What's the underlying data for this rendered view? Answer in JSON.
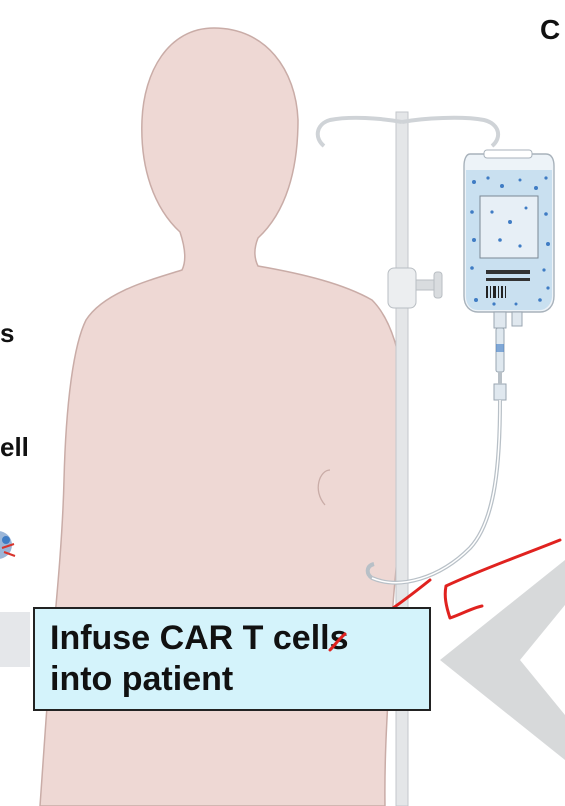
{
  "fragments": {
    "top_right": "C",
    "left_upper": "s",
    "left_lower": "ell"
  },
  "caption": {
    "line1": "Infuse CAR T cells",
    "line2": "into patient"
  },
  "colors": {
    "body": "#eed8d4",
    "body_outline": "#c9aca7",
    "pole": "#e4e6e8",
    "bag_fluid": "#c2dcef",
    "cell_dots": "#3f7cc4",
    "caption_bg": "#d4f3fb",
    "arrow": "#e0221f",
    "gray_arrow": "#d0d2d4"
  }
}
